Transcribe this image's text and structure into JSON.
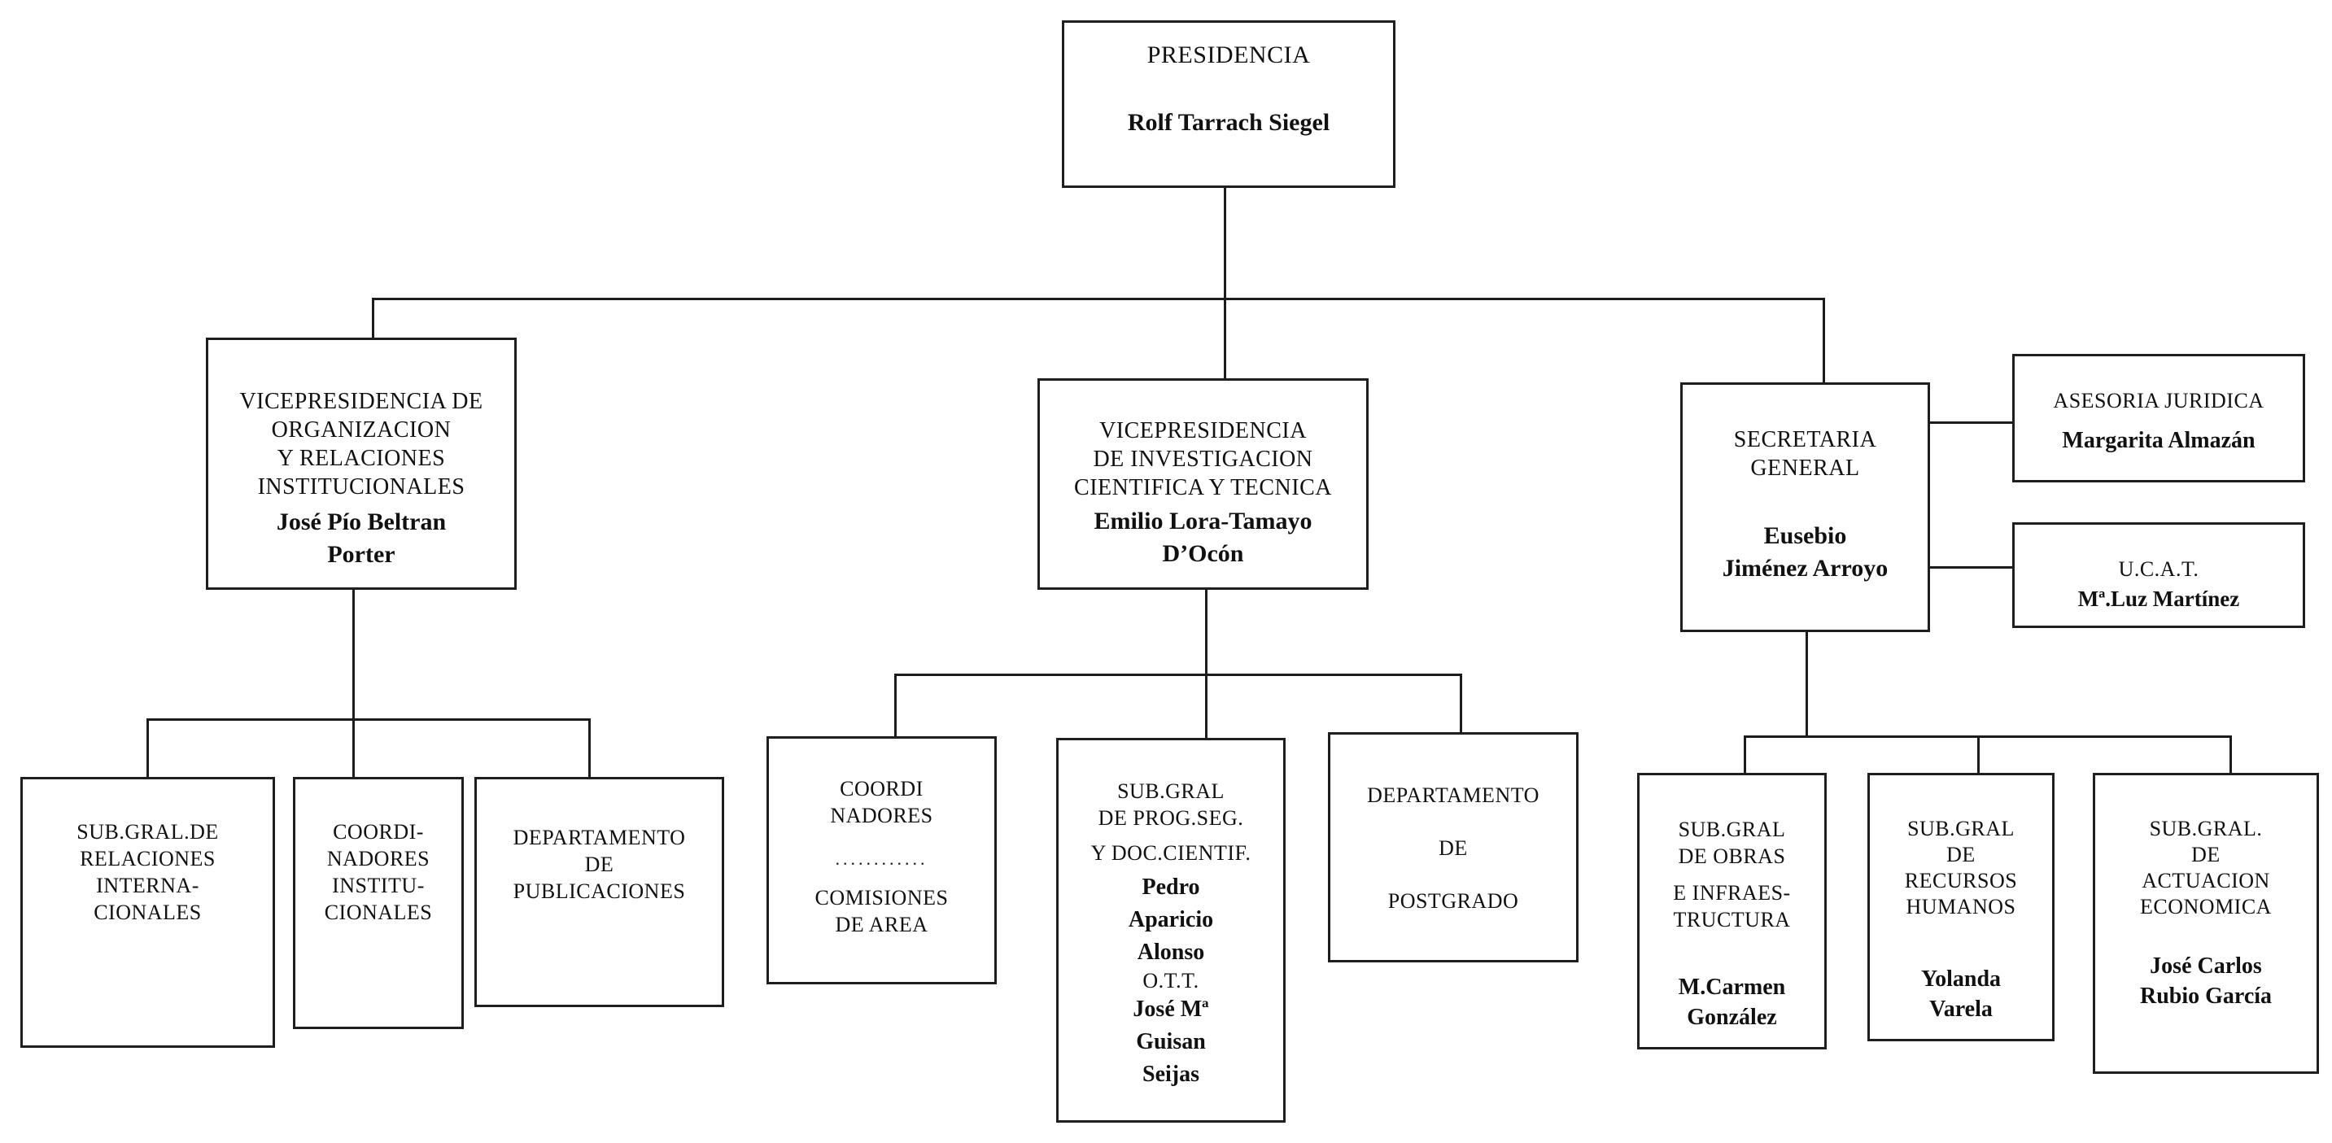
{
  "nodes": {
    "presidencia": {
      "title": "PRESIDENCIA",
      "name": "Rolf Tarrach Siegel"
    },
    "vp_organizacion": {
      "title": "VICEPRESIDENCIA DE\nORGANIZACION\nY RELACIONES\nINSTITUCIONALES",
      "name": "José Pío Beltran\nPorter"
    },
    "vp_investigacion": {
      "title": "VICEPRESIDENCIA\nDE INVESTIGACION\nCIENTIFICA Y TECNICA",
      "name": "Emilio Lora-Tamayo\nD’Ocón"
    },
    "secretaria_general": {
      "title": "SECRETARIA\nGENERAL",
      "name": "Eusebio\nJiménez Arroyo"
    },
    "asesoria_juridica": {
      "title": "ASESORIA JURIDICA",
      "name": "Margarita Almazán"
    },
    "ucat": {
      "title": "U.C.A.T.",
      "name": "Mª.Luz Martínez"
    },
    "sg_relaciones": {
      "title": "SUB.GRAL.DE\nRELACIONES\nINTERNA-\nCIONALES"
    },
    "coordinadores_inst": {
      "title": "COORDI-\nNADORES\nINSTITU-\nCIONALES"
    },
    "dep_publicaciones": {
      "title": "DEPARTAMENTO\nDE\nPUBLICACIONES"
    },
    "coordinadores_area": {
      "title": "COORDI\nNADORES",
      "separator": "............",
      "subtitle": "COMISIONES\nDE AREA"
    },
    "sg_programacion": {
      "title": "SUB.GRAL\nDE PROG.SEG.",
      "title2": "Y DOC.CIENTIF.",
      "name": "Pedro\nAparicio\nAlonso",
      "subtitle": "O.T.T.",
      "name2": "José Mª\nGuisan\nSeijas"
    },
    "dep_postgrado": {
      "title": "DEPARTAMENTO\nDE\nPOSTGRADO"
    },
    "sg_obras": {
      "title": "SUB.GRAL\nDE OBRAS",
      "title2": "E INFRAES-\nTRUCTURA",
      "name": "M.Carmen\nGonzález"
    },
    "sg_recursos": {
      "title": "SUB.GRAL\nDE\nRECURSOS\nHUMANOS",
      "name": "Yolanda\nVarela"
    },
    "sg_actuacion": {
      "title": "SUB.GRAL.\nDE\nACTUACION\nECONOMICA",
      "name": "José Carlos\nRubio García"
    }
  },
  "colors": {
    "line": "#1c1c1c",
    "border": "#1f1f1f",
    "text": "#111111",
    "background": "#ffffff"
  }
}
